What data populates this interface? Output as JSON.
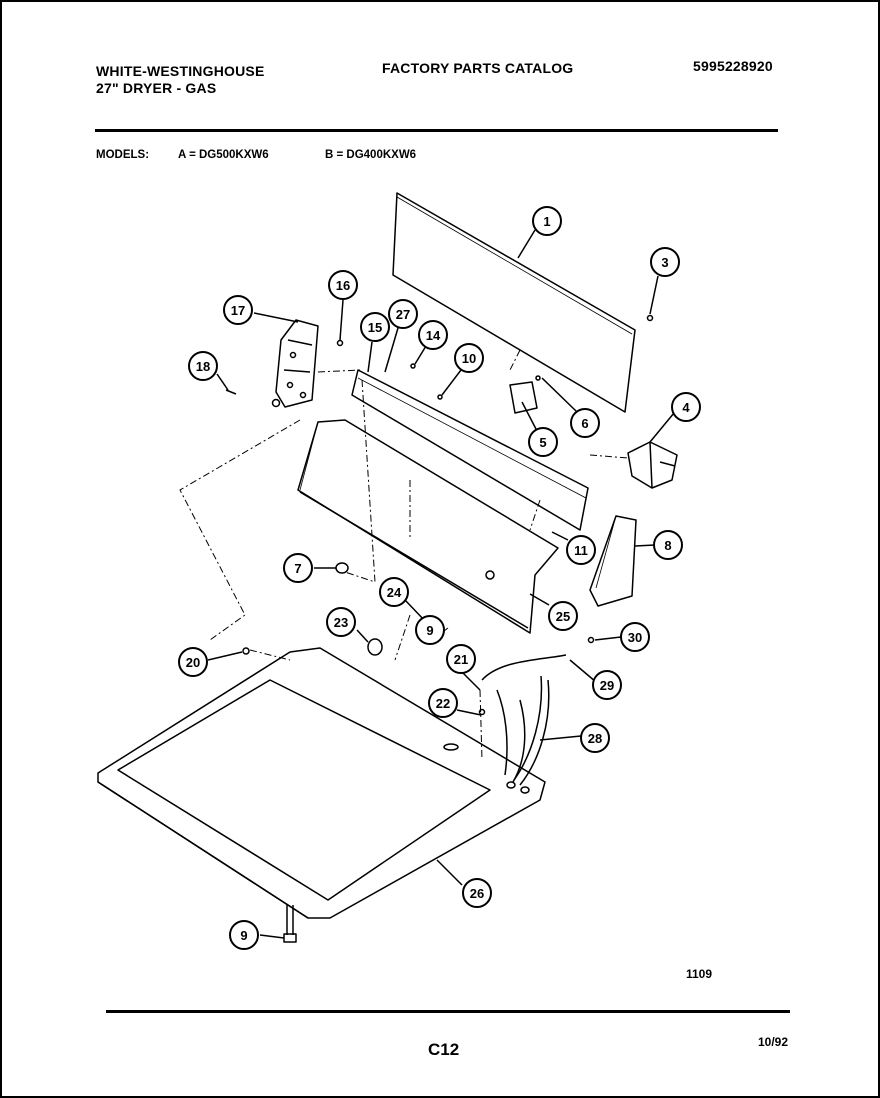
{
  "header": {
    "brand": "WHITE-WESTINGHOUSE",
    "product": "27\" DRYER - GAS",
    "title": "FACTORY PARTS CATALOG",
    "catalog_number": "5995228920"
  },
  "models": {
    "label": "MODELS:",
    "model_a": "A = DG500KXW6",
    "model_b": "B = DG400KXW6"
  },
  "callouts": [
    "1",
    "3",
    "16",
    "17",
    "27",
    "15",
    "14",
    "10",
    "18",
    "6",
    "5",
    "4",
    "11",
    "8",
    "7",
    "24",
    "23",
    "25",
    "9",
    "30",
    "20",
    "21",
    "29",
    "22",
    "28",
    "26",
    "9"
  ],
  "footer": {
    "drawing_number": "1109",
    "page_code": "C12",
    "date": "10/92"
  }
}
